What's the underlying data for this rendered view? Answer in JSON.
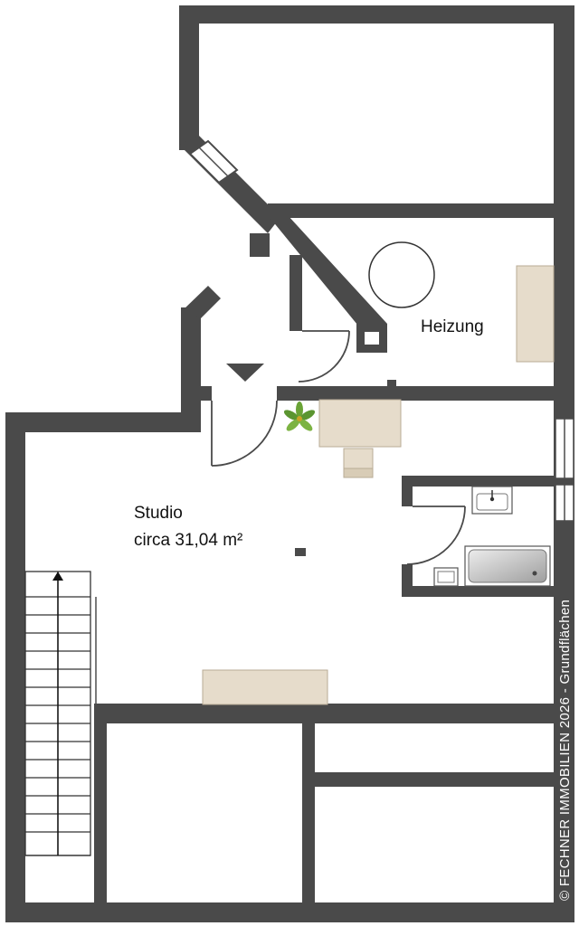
{
  "rooms": {
    "heizung": {
      "name": "Heizung"
    },
    "studio": {
      "name": "Studio",
      "area": "circa 31,04 m²"
    }
  },
  "copyright": "© FECHNER IMMOBILIEN 2026 - Grundflächen",
  "colors": {
    "wall": "#4a4a4a",
    "furniture": "#e6dccb",
    "furniture_outline": "#b8ab96",
    "window_frame": "#ffffff",
    "shower": "#bfbfbf",
    "plant": "#6aa336"
  },
  "icons": {
    "entry_marker": "entry-arrow-icon",
    "stair_direction": "stair-up-arrow-icon",
    "plant": "plant-icon",
    "boiler": "boiler-icon"
  }
}
